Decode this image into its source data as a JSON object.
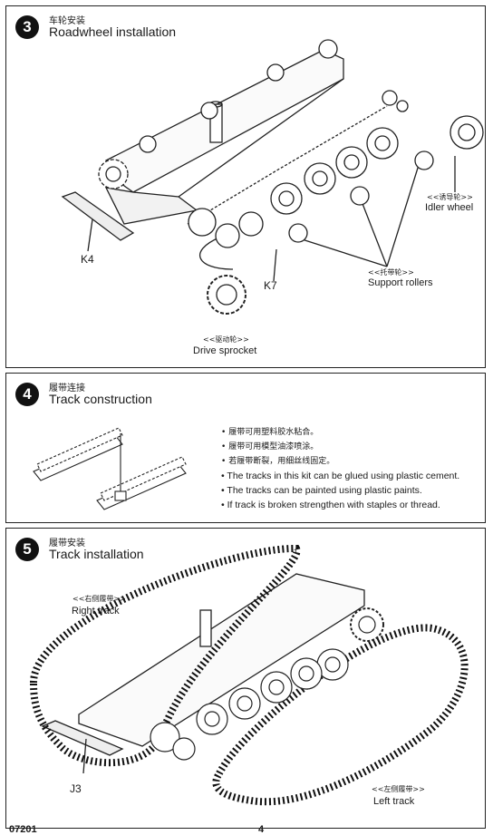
{
  "steps": [
    {
      "number": "3",
      "title_cn": "车轮安装",
      "title_en": "Roadwheel installation",
      "labels": {
        "idler_cn": "<<诱导轮>>",
        "idler_en": "Idler wheel",
        "support_cn": "<<托带轮>>",
        "support_en": "Support rollers",
        "drive_cn": "<<驱动轮>>",
        "drive_en": "Drive sprocket",
        "part_k4": "K4",
        "part_k7": "K7"
      }
    },
    {
      "number": "4",
      "title_cn": "履带连接",
      "title_en": "Track construction",
      "notes_cn": [
        "履带可用塑料胶水粘合。",
        "履带可用模型油漆喷涂。",
        "若履带断裂，用细丝线固定。"
      ],
      "notes_en": [
        "The tracks in this kit can be glued using plastic cement.",
        "The tracks can be painted using plastic paints.",
        "If track is broken strengthen with staples or thread."
      ]
    },
    {
      "number": "5",
      "title_cn": "履带安装",
      "title_en": "Track installation",
      "labels": {
        "right_cn": "<<右侧履带>>",
        "right_en": "Right track",
        "left_cn": "<<左侧履带>>",
        "left_en": "Left track",
        "part_j3": "J3"
      }
    }
  ],
  "footer": {
    "code": "07201",
    "page": "4"
  },
  "notes_bullet": "•"
}
